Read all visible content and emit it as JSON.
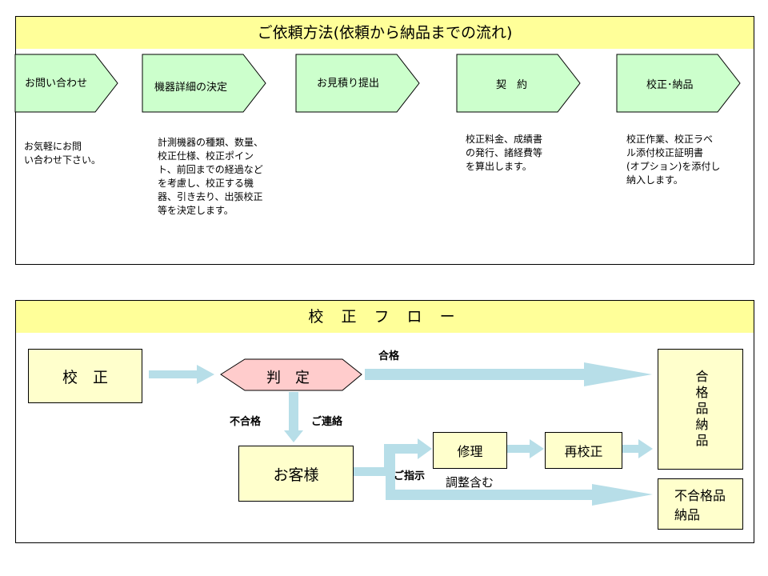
{
  "top_panel": {
    "title": "ご依頼方法(依頼から納品までの流れ)",
    "steps": [
      {
        "label": "お問い合わせ",
        "description": "お気軽にお問\n い合わせ下さい。"
      },
      {
        "label": "機器詳細の決定",
        "description": "計測機器の種類、数量、\n校正仕様、校正ポイン\nト、前回までの経過など\nを考慮し、校正する機\n器、引き去り、出張校正\n等を決定します。"
      },
      {
        "label": "お見積り提出",
        "description": ""
      },
      {
        "label": "契　約",
        "description": "校正料金、成績書\nの発行、諸経費等\nを算出します。"
      },
      {
        "label": "校正･納品",
        "description": "校正作業、校正ラベ\nル添付校正証明書\n(オプション)を添付し\n納入します。"
      }
    ],
    "colors": {
      "title_bg": "#ffff99",
      "chevron_fill": "#ccffcc"
    }
  },
  "bottom_panel": {
    "title": "校 正 フ ロ ー",
    "nodes": {
      "calibration": "校　正",
      "judgment": "判　定",
      "customer": "お客様",
      "repair": "修理",
      "recalibration": "再校正",
      "pass_product": "合格品納品",
      "fail_product_line1": "不合格品",
      "fail_product_line2": "納品"
    },
    "labels": {
      "pass": "合格",
      "fail": "不合格",
      "contact": "ご連絡",
      "instruction": "ご指示",
      "adjustment": "調整含む"
    },
    "colors": {
      "title_bg": "#ffff99",
      "box_fill": "#ffffcc",
      "diamond_fill": "#ffcccc",
      "arrow": "#b7dee8"
    }
  }
}
